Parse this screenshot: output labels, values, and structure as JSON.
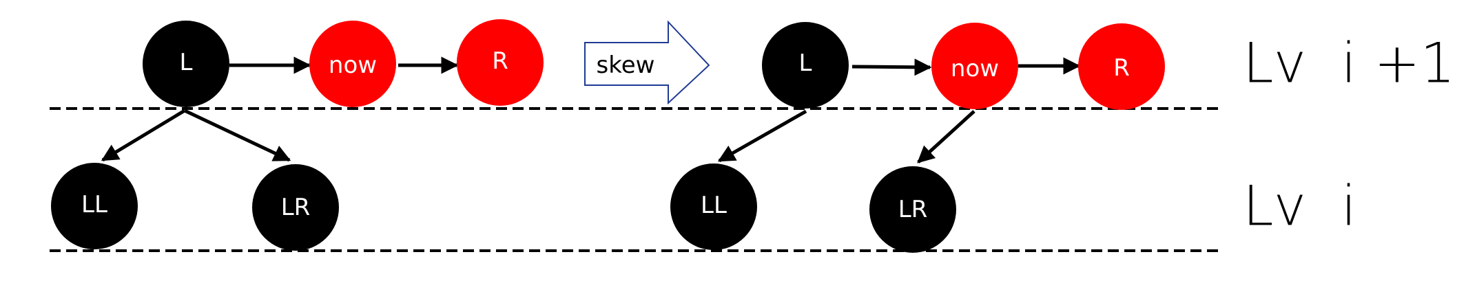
{
  "colors": {
    "black_node": "#000000",
    "red_node": "#ff0000",
    "node_text_on_black": "#ffffff",
    "node_text_on_red": "#ffffff",
    "line": "#000000"
  },
  "levels": {
    "upper": "Lv  i +1",
    "lower": "Lv  i"
  },
  "transform": {
    "label": "skew"
  },
  "before": {
    "nodes": {
      "L": "L",
      "now": "now",
      "R": "R",
      "LL": "LL",
      "LR": "LR"
    }
  },
  "after": {
    "nodes": {
      "L": "L",
      "now": "now",
      "R": "R",
      "LL": "LL",
      "LR": "LR"
    }
  }
}
